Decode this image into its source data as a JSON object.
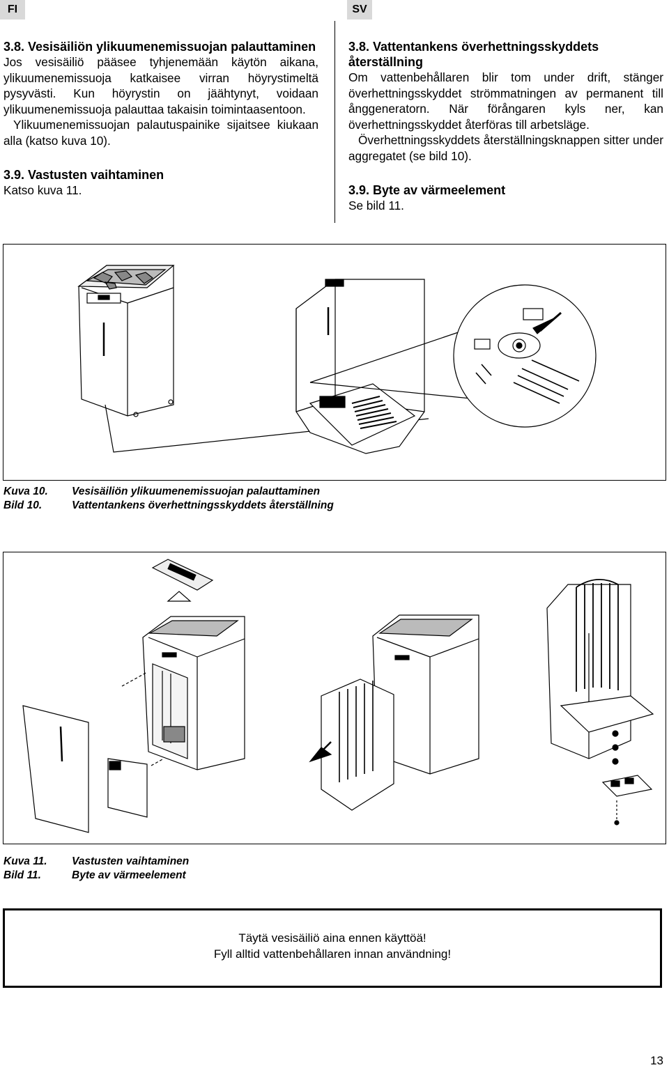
{
  "header": {
    "lang_fi": "FI",
    "lang_sv": "SV"
  },
  "fi": {
    "sec38_title": "3.8. Vesisäiliön ylikuumenemissuojan palauttaminen",
    "sec38_p1": "Jos vesisäiliö pääsee tyhjenemään käytön aikana, ylikuumenemissuoja katkaisee virran höyrystimeltä pysyvästi. Kun höyrystin on jäähtynyt, voidaan ylikuumenemissuoja palauttaa takaisin toimintaasentoon.",
    "sec38_p2": "Ylikuumenemissuojan palautuspainike sijaitsee kiukaan alla (katso kuva 10).",
    "sec39_title": "3.9. Vastusten vaihtaminen",
    "sec39_p1": "Katso kuva 11."
  },
  "sv": {
    "sec38_title": "3.8. Vattentankens överhettningsskyddets återställning",
    "sec38_p1": "Om vattenbehållaren blir tom under drift, stänger överhettningsskyddet strömmatningen av permanent till ånggeneratorn. När förångaren kyls ner, kan överhettningsskyddet återföras till arbetsläge.",
    "sec38_p2": "Överhettningsskyddets återställningsknappen sitter under aggregatet (se bild 10).",
    "sec39_title": "3.9. Byte av värmeelement",
    "sec39_p1": "Se bild 11."
  },
  "figure10": {
    "label_fi": "Kuva 10.",
    "label_sv": "Bild 10.",
    "caption_fi": "Vesisäiliön ylikuumenemissuojan palauttaminen",
    "caption_sv": "Vattentankens överhettningsskyddets återställning"
  },
  "figure11": {
    "label_fi": "Kuva 11.",
    "label_sv": "Bild 11.",
    "caption_fi": "Vastusten vaihtaminen",
    "caption_sv": "Byte av värmeelement"
  },
  "notice": {
    "line_fi": "Täytä vesisäiliö aina ennen käyttöä!",
    "line_sv": "Fyll alltid vattenbehållaren innan användning!"
  },
  "page_number": "13"
}
